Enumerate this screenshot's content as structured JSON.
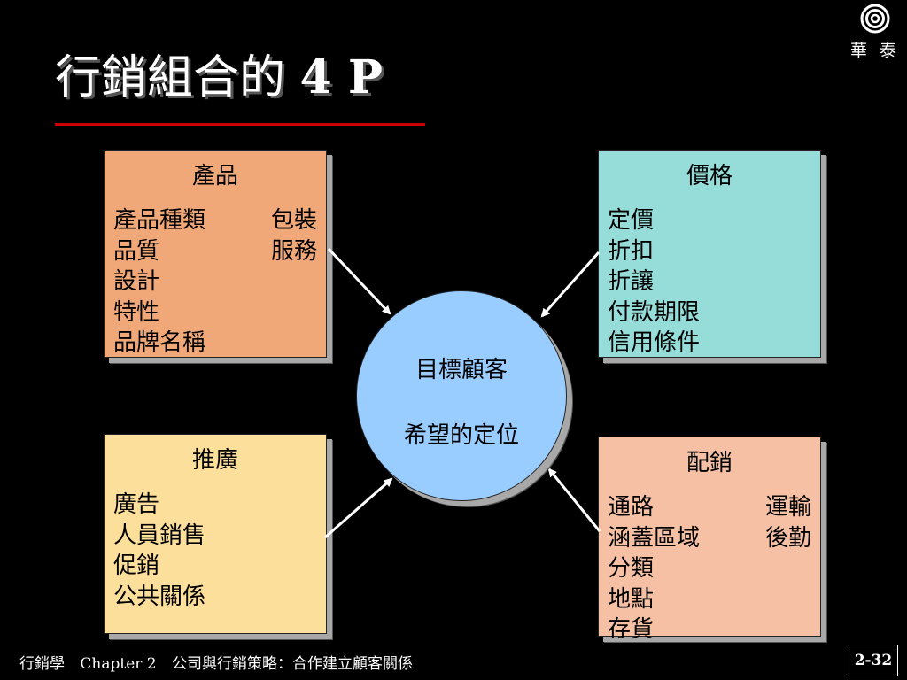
{
  "logo": {
    "text": "華 泰"
  },
  "title": {
    "main": "行銷組合的",
    "suffix": "4 P"
  },
  "center": {
    "line1": "目標顧客",
    "line2": "希望的定位"
  },
  "product": {
    "title": "產品",
    "left": [
      "產品種類",
      "品質",
      "設計",
      "特性",
      "品牌名稱"
    ],
    "right": [
      "包裝",
      "服務"
    ]
  },
  "price": {
    "title": "價格",
    "left": [
      "定價",
      "折扣",
      "折讓",
      "付款期限",
      "信用條件"
    ],
    "right": []
  },
  "promotion": {
    "title": "推廣",
    "left": [
      "廣告",
      "人員銷售",
      "促銷",
      "公共關係"
    ],
    "right": []
  },
  "place": {
    "title": "配銷",
    "left": [
      "通路",
      "涵蓋區域",
      "分類",
      "地點",
      "存貨"
    ],
    "right": [
      "運輸",
      "後勤"
    ]
  },
  "footer": {
    "course": "行銷學",
    "chapter": "Chapter 2",
    "chapter_title": "公司與行銷策略：合作建立顧客關係",
    "page": "2-32"
  },
  "colors": {
    "background": "#000000",
    "title_underline": "#cc0000",
    "product_box": "#f0a878",
    "price_box": "#96dcd8",
    "promotion_box": "#fddf9c",
    "place_box": "#f5c0a3",
    "center_circle": "#99ccff"
  }
}
